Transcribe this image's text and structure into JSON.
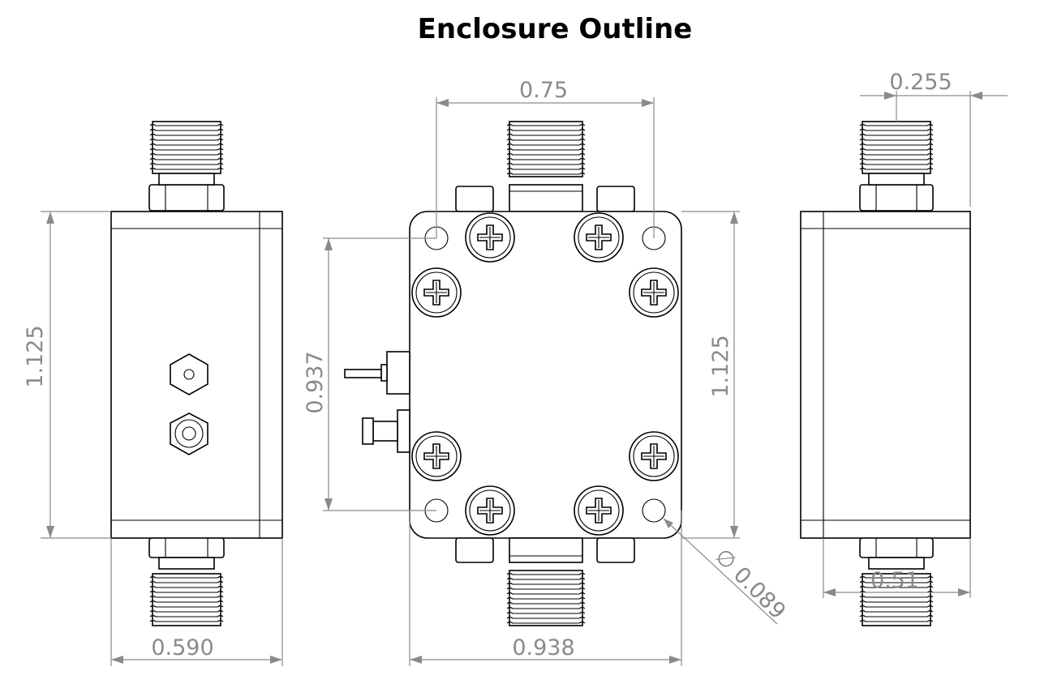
{
  "title": "Enclosure Outline",
  "dimensions": {
    "left_height": "1.125",
    "left_width": "0.590",
    "center_top_width": "0.75",
    "center_bottom_width": "0.938",
    "center_left_height": "0.937",
    "center_right_height": "1.125",
    "hole_diameter": "∅ 0.089",
    "right_top_width": "0.255",
    "right_bottom_width": "0.51"
  }
}
